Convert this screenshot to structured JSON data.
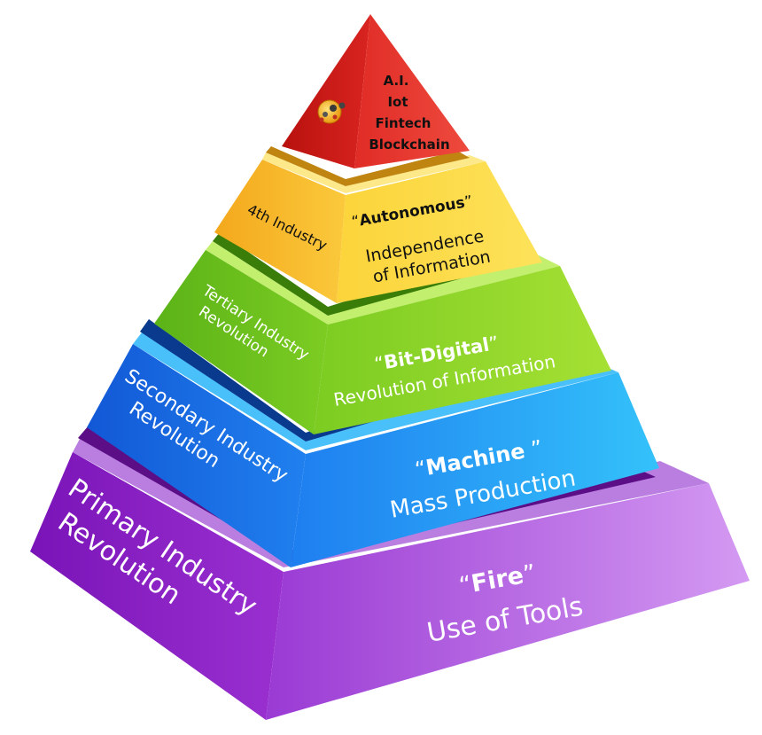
{
  "pyramid": {
    "top": {
      "lines": [
        "A.I.",
        "Iot",
        "Fintech",
        "Blockchain"
      ],
      "icon": "molecule-icon",
      "colors": {
        "left": "#d01c18",
        "right": "#e8342c",
        "dark": "#9a0f0c"
      }
    },
    "tiers": [
      {
        "key": "autonomous",
        "side_label": [
          "4th Industry"
        ],
        "open_quote": "“",
        "keyword": "Autonomous",
        "close_quote": "”",
        "subtitle": [
          "Independence",
          "of Information"
        ],
        "text_color": "black",
        "colors": {
          "left": "#f7b52a",
          "right": "#fcde4a",
          "top": "#fde98a",
          "dark": "#c98a10"
        }
      },
      {
        "key": "bit-digital",
        "side_label": [
          "Tertiary Industry",
          "Revolution"
        ],
        "open_quote": "“",
        "keyword": "Bit-Digital",
        "close_quote": "”",
        "subtitle": [
          "Revolution of Information"
        ],
        "text_color": "white",
        "colors": {
          "left": "#6fc41e",
          "right": "#9ede2e",
          "top": "#c3ef6e",
          "dark": "#3e8a0a"
        }
      },
      {
        "key": "machine",
        "side_label": [
          "Secondary Industry",
          "Revolution"
        ],
        "open_quote": "“",
        "keyword": "Machine",
        "close_quote": " ”",
        "subtitle": [
          "Mass Production"
        ],
        "text_color": "white",
        "colors": {
          "left": "#1a6ee0",
          "right": "#2ba8f6",
          "top": "#4ac0fa",
          "dark": "#0a3e9a"
        }
      },
      {
        "key": "fire",
        "side_label": [
          "Primary Industry",
          "Revolution"
        ],
        "open_quote": "“",
        "keyword": "Fire",
        "close_quote": "”",
        "subtitle": [
          "Use of Tools"
        ],
        "text_color": "white",
        "colors": {
          "left": "#8a1ec4",
          "right": "#c47ae6",
          "top": "#d7a2f0",
          "dark": "#5a0e8a"
        }
      }
    ]
  }
}
